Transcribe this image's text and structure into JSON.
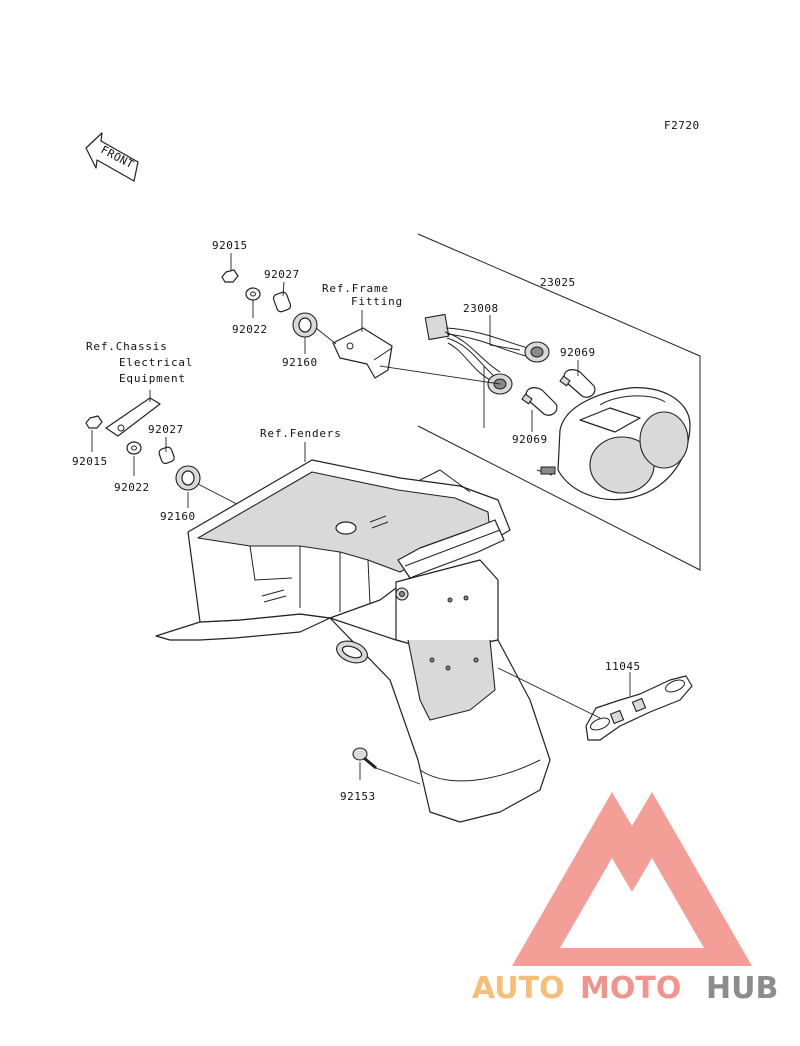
{
  "figure_code": "F2720",
  "front_marker": "FRONT",
  "refs": {
    "frame_line1": "Ref.Frame",
    "frame_line2": "Fitting",
    "chassis_line1": "Ref.Chassis",
    "chassis_line2": "Electrical",
    "chassis_line3": "Equipment",
    "fenders": "Ref.Fenders"
  },
  "parts": {
    "p92015_a": "92015",
    "p92027_a": "92027",
    "p92022_a": "92022",
    "p92160_a": "92160",
    "p23025": "23025",
    "p23008": "23008",
    "p92069_a": "92069",
    "p92069_b": "92069",
    "p92015_b": "92015",
    "p92027_b": "92027",
    "p92022_b": "92022",
    "p92160_b": "92160",
    "p11045": "11045",
    "p92153": "92153"
  },
  "watermark": {
    "part1": "AUTO",
    "part2": "MOTO",
    "part3": "HUB",
    "color_primary": "#f2948c",
    "color_secondary": "#f5bf7a",
    "color_dark": "#8c8c8c"
  }
}
